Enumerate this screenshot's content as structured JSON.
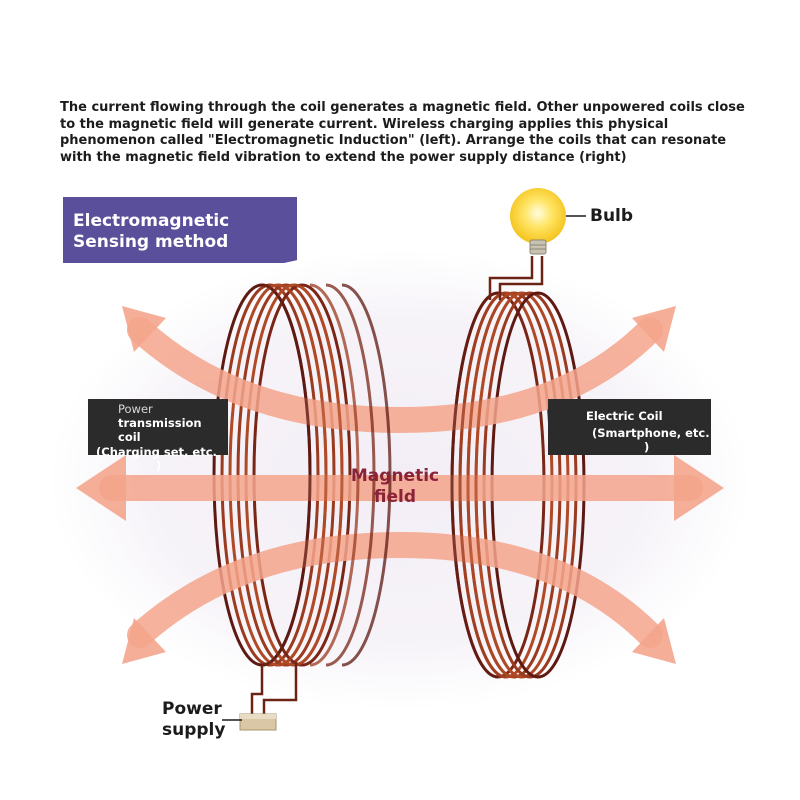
{
  "intro_text": "The current flowing through the coil generates a magnetic field. Other unpowered coils close to the magnetic field will generate current. Wireless charging applies this physical phenomenon called \"Electromagnetic Induction\" (left). Arrange the coils that can resonate with the magnetic field vibration to extend the power supply distance (right)",
  "method_box": {
    "line1": "Electromagnetic",
    "line2": "Sensing method",
    "color": "#5a4f9b"
  },
  "left_coil_label": {
    "line1": "Power",
    "line2": "transmission",
    "line3": "coil",
    "line4": "(Charging set, etc.",
    "line5": ")"
  },
  "right_coil_label": {
    "line1": "Electric Coil",
    "line2": "(Smartphone, etc.",
    "line3": ")"
  },
  "field_label": {
    "line1": "Magnetic",
    "line2": "field"
  },
  "bulb_label": "Bulb",
  "supply_label": {
    "line1": "Power",
    "line2": "supply"
  },
  "colors": {
    "coil": "#9a3a1f",
    "coil_dark": "#5e1a12",
    "arrow": "#f4a58c",
    "field_text": "#8a2238",
    "label_bg": "#2b2b2b"
  }
}
